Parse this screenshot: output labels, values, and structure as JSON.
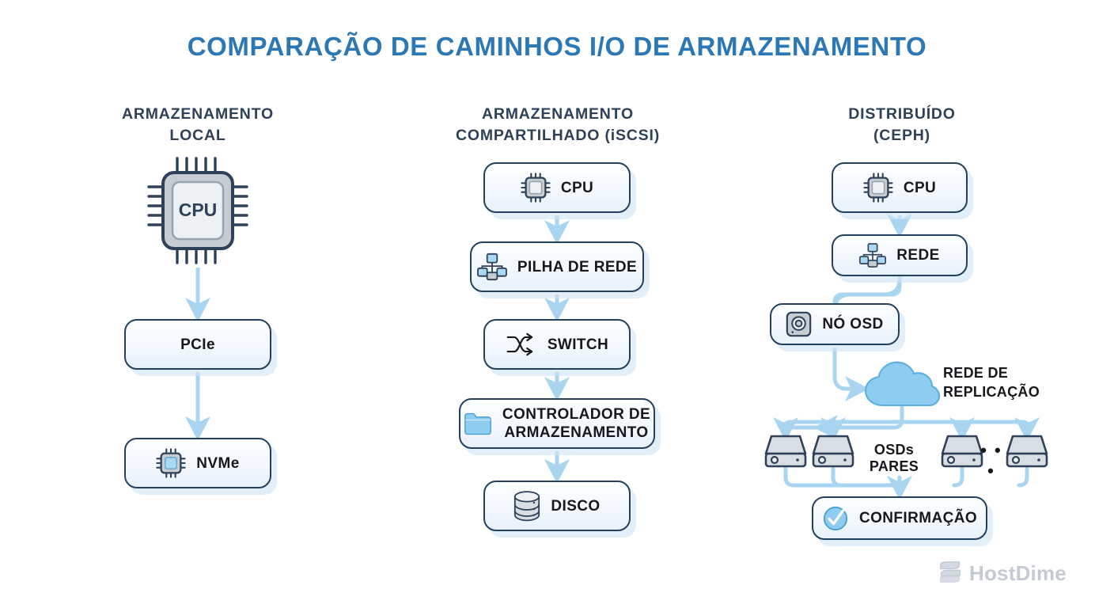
{
  "page": {
    "title": "COMPARAÇÃO DE CAMINHOS I/O DE ARMAZENAMENTO",
    "background": "#ffffff",
    "title_color": "#2b78b5",
    "heading_color": "#2f4158",
    "node_border_color": "#23405e",
    "arrow_color": "#a9d5f0",
    "icon_blue": "#8fcdf0"
  },
  "columns": [
    {
      "id": "local",
      "heading": "ARMAZENAMENTO\nLOCAL"
    },
    {
      "id": "shared",
      "heading": "ARMAZENAMENTO\nCOMPARTILHADO (iSCSI)"
    },
    {
      "id": "dist",
      "heading": "DISTRIBUÍDO\n(CEPH)"
    }
  ],
  "local_path": {
    "cpu": {
      "label": "CPU",
      "icon": "cpu-chip-icon"
    },
    "pcie": {
      "label": "PCIe",
      "icon": "none"
    },
    "nvme": {
      "label": "NVMe",
      "icon": "nvme-chip-icon"
    }
  },
  "shared_path": {
    "cpu": {
      "label": "CPU",
      "icon": "cpu-chip-icon"
    },
    "net": {
      "label": "PILHA DE REDE",
      "icon": "network-topology-icon"
    },
    "switch": {
      "label": "SWITCH",
      "icon": "shuffle-arrows-icon"
    },
    "ctrl": {
      "label": "CONTROLADOR DE\nARMAZENAMENTO",
      "icon": "folder-icon"
    },
    "disk": {
      "label": "DISCO",
      "icon": "database-cylinder-icon"
    }
  },
  "dist_path": {
    "cpu": {
      "label": "CPU",
      "icon": "cpu-chip-icon"
    },
    "net": {
      "label": "REDE",
      "icon": "network-topology-icon"
    },
    "osd": {
      "label": "NÓ OSD",
      "icon": "hard-drive-icon"
    },
    "cloud": {
      "label": "REDE DE\nREPLICAÇÃO",
      "icon": "cloud-icon"
    },
    "peers": {
      "label": "OSDs PARES",
      "icon": "server-icon",
      "count": 4,
      "ellipsis": "• • •"
    },
    "confirm": {
      "label": "CONFIRMAÇÃO",
      "icon": "check-circle-icon"
    }
  },
  "footer": {
    "brand": "HostDime",
    "brand_icon": "hostdime-logo-icon",
    "brand_color": "#c3cad4"
  }
}
